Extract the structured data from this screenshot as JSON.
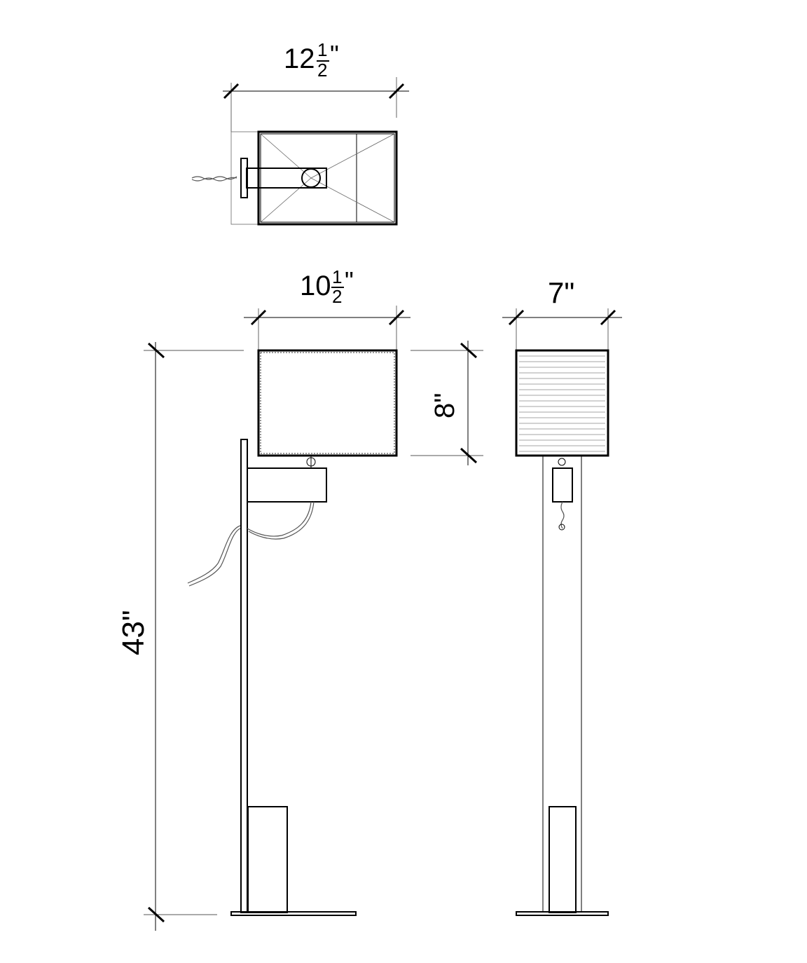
{
  "dimensions": {
    "top_width": {
      "whole": "12",
      "num": "1",
      "den": "2",
      "unit": "\""
    },
    "front_width": {
      "whole": "10",
      "num": "1",
      "den": "2",
      "unit": "\""
    },
    "side_width": {
      "text": "7\""
    },
    "shade_height": {
      "text": "8\""
    },
    "total_height": {
      "text": "43\""
    }
  }
}
